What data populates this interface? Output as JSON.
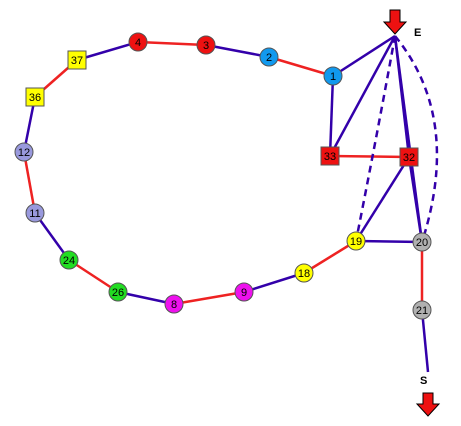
{
  "labels": {
    "entry": "E",
    "exit": "S"
  },
  "colors": {
    "blue_edge": "#3300AA",
    "red_edge": "#EE2222",
    "arrow": "#EE1111",
    "node_red": "#EE1111",
    "node_blue": "#1199EE",
    "node_yellow": "#FFFF00",
    "node_lavender": "#9999DD",
    "node_green": "#22DD22",
    "node_magenta": "#EE11EE",
    "node_gray": "#B0B0B0"
  },
  "nodes": [
    {
      "id": "4",
      "shape": "circle",
      "color": "node_red"
    },
    {
      "id": "3",
      "shape": "circle",
      "color": "node_red"
    },
    {
      "id": "2",
      "shape": "circle",
      "color": "node_blue"
    },
    {
      "id": "1",
      "shape": "circle",
      "color": "node_blue"
    },
    {
      "id": "37",
      "shape": "square",
      "color": "node_yellow"
    },
    {
      "id": "36",
      "shape": "square",
      "color": "node_yellow"
    },
    {
      "id": "12",
      "shape": "circle",
      "color": "node_lavender"
    },
    {
      "id": "11",
      "shape": "circle",
      "color": "node_lavender"
    },
    {
      "id": "24",
      "shape": "circle",
      "color": "node_green"
    },
    {
      "id": "26",
      "shape": "circle",
      "color": "node_green"
    },
    {
      "id": "8",
      "shape": "circle",
      "color": "node_magenta"
    },
    {
      "id": "9",
      "shape": "circle",
      "color": "node_magenta"
    },
    {
      "id": "18",
      "shape": "circle",
      "color": "node_yellow"
    },
    {
      "id": "19",
      "shape": "circle",
      "color": "node_yellow"
    },
    {
      "id": "20",
      "shape": "circle",
      "color": "node_gray"
    },
    {
      "id": "21",
      "shape": "circle",
      "color": "node_gray"
    },
    {
      "id": "33",
      "shape": "square",
      "color": "node_red"
    },
    {
      "id": "32",
      "shape": "square",
      "color": "node_red"
    }
  ],
  "edges": [
    {
      "from": "37",
      "to": "4",
      "color": "blue_edge"
    },
    {
      "from": "4",
      "to": "3",
      "color": "red_edge"
    },
    {
      "from": "3",
      "to": "2",
      "color": "blue_edge"
    },
    {
      "from": "2",
      "to": "1",
      "color": "red_edge"
    },
    {
      "from": "1",
      "to": "E",
      "color": "blue_edge"
    },
    {
      "from": "1",
      "to": "33",
      "color": "blue_edge"
    },
    {
      "from": "33",
      "to": "E",
      "color": "blue_edge"
    },
    {
      "from": "33",
      "to": "32",
      "color": "red_edge"
    },
    {
      "from": "E",
      "to": "32",
      "color": "blue_edge"
    },
    {
      "from": "E",
      "to": "20",
      "color": "blue_edge"
    },
    {
      "from": "32",
      "to": "19",
      "color": "blue_edge"
    },
    {
      "from": "32",
      "to": "20",
      "color": "blue_edge"
    },
    {
      "from": "19",
      "to": "20",
      "color": "blue_edge"
    },
    {
      "from": "20",
      "to": "21",
      "color": "red_edge"
    },
    {
      "from": "21",
      "to": "S",
      "color": "blue_edge"
    },
    {
      "from": "37",
      "to": "36",
      "color": "red_edge"
    },
    {
      "from": "36",
      "to": "12",
      "color": "blue_edge"
    },
    {
      "from": "12",
      "to": "11",
      "color": "red_edge"
    },
    {
      "from": "11",
      "to": "24",
      "color": "blue_edge"
    },
    {
      "from": "24",
      "to": "26",
      "color": "red_edge"
    },
    {
      "from": "26",
      "to": "8",
      "color": "blue_edge"
    },
    {
      "from": "8",
      "to": "9",
      "color": "red_edge"
    },
    {
      "from": "9",
      "to": "18",
      "color": "blue_edge"
    },
    {
      "from": "18",
      "to": "19",
      "color": "red_edge"
    }
  ],
  "dashed_edges": [
    {
      "from": "E",
      "to": "19",
      "color": "blue_edge"
    },
    {
      "from": "E",
      "to": "20",
      "color": "blue_edge"
    }
  ]
}
